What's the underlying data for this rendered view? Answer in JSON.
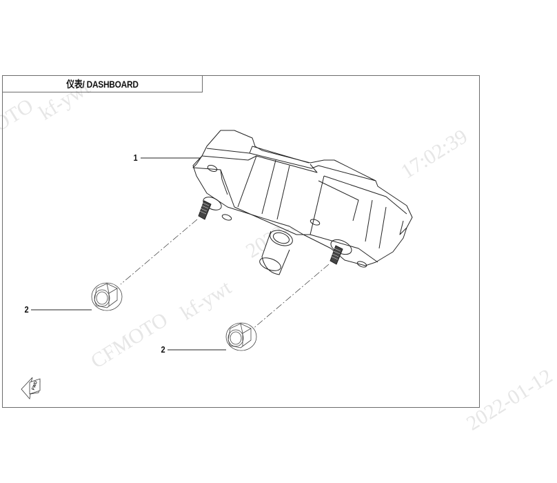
{
  "header": {
    "title": "仪表/ DASHBOARD"
  },
  "callouts": [
    {
      "number": "1",
      "part": "dashboard"
    },
    {
      "number": "2",
      "part": "flange-nut-left"
    },
    {
      "number": "2",
      "part": "flange-nut-right"
    }
  ],
  "orientation_icon": {
    "label": "FWD"
  },
  "watermark": {
    "brand": "CFMOTO",
    "user": "kf-ywt",
    "date": "2022-01-12",
    "time": "17:02:39"
  },
  "colors": {
    "line": "#222222",
    "frame": "#6b6b6b",
    "watermark": "#e6e6e6"
  }
}
